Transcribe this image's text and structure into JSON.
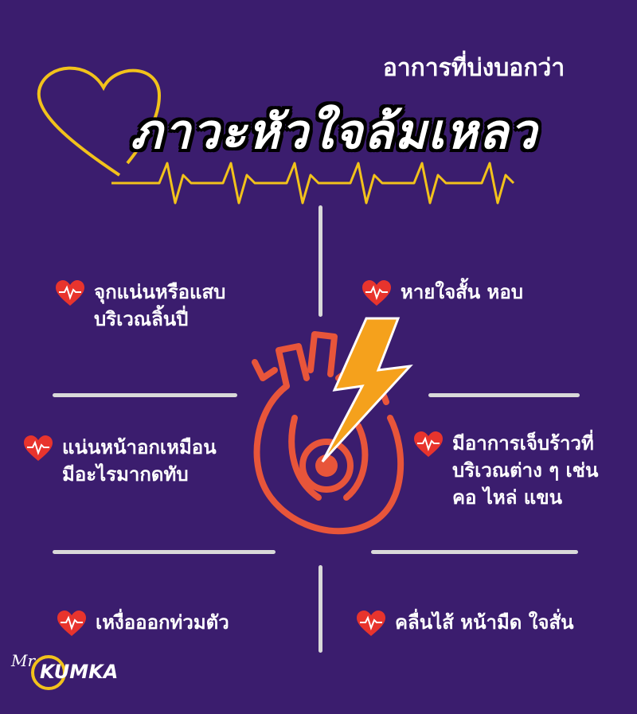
{
  "header": {
    "subtitle": "อาการที่บ่งบอกว่า",
    "title": "ภาวะหัวใจล้มเหลว"
  },
  "symptoms": [
    {
      "text": "จุกแน่นหรือแสบ\nบริเวณลิ้นปี่",
      "icon": "heartbeat-heart-icon"
    },
    {
      "text": "หายใจสั้น หอบ",
      "icon": "heartbeat-heart-icon"
    },
    {
      "text": "แน่นหน้าอกเหมือน\nมีอะไรมากดทับ",
      "icon": "heartbeat-heart-icon"
    },
    {
      "text": "มีอาการเจ็บร้าวที่\nบริเวณต่าง ๆ เช่น\nคอ ไหล่ แขน",
      "icon": "heartbeat-heart-icon"
    },
    {
      "text": "เหงื่อออกท่วมตัว",
      "icon": "heartbeat-heart-icon"
    },
    {
      "text": "คลื่นไส้ หน้ามืด ใจสั่น",
      "icon": "heartbeat-heart-icon"
    }
  ],
  "logo": {
    "prefix": "Mr",
    "name": "KUMKA"
  },
  "colors": {
    "background": "#3b1d6e",
    "accent_yellow": "#f2c21b",
    "heart_red": "#e8342d",
    "heart_art": "#e8553a",
    "bolt_orange": "#f5a11c",
    "divider": "#d9d9d9"
  }
}
